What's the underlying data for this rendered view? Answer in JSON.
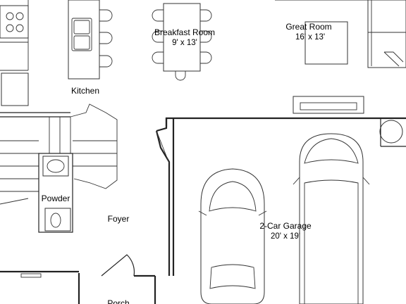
{
  "rooms": {
    "breakfast": {
      "name": "Breakfast Room",
      "dims": "9' x 13'"
    },
    "great": {
      "name": "Great Room",
      "dims": "16' x 13'"
    },
    "kitchen": {
      "name": "Kitchen"
    },
    "powder": {
      "name": "Powder"
    },
    "foyer": {
      "name": "Foyer"
    },
    "garage": {
      "name": "2-Car Garage",
      "dims": "20' x 19'"
    },
    "porch": {
      "name": "Porch"
    }
  },
  "colors": {
    "line": "#222222",
    "background": "#ffffff"
  }
}
